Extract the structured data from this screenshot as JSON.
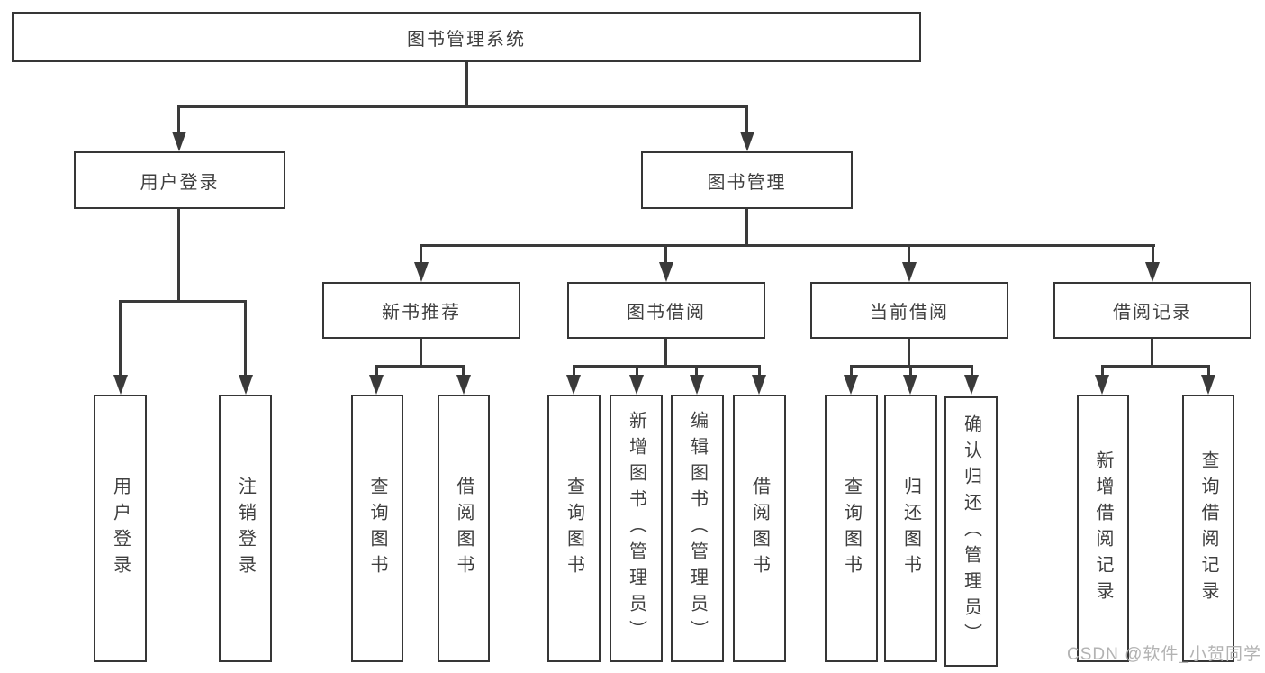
{
  "diagram": {
    "root": {
      "label": "图书管理系统"
    },
    "branches": [
      {
        "label": "用户登录",
        "leaves": [
          {
            "label": "用户登录"
          },
          {
            "label": "注销登录"
          }
        ]
      },
      {
        "label": "图书管理",
        "groups": [
          {
            "label": "新书推荐",
            "leaves": [
              {
                "label": "查询图书"
              },
              {
                "label": "借阅图书"
              }
            ]
          },
          {
            "label": "图书借阅",
            "leaves": [
              {
                "label": "查询图书"
              },
              {
                "label": "新增图书（管理员）"
              },
              {
                "label": "编辑图书（管理员）"
              },
              {
                "label": "借阅图书"
              }
            ]
          },
          {
            "label": "当前借阅",
            "leaves": [
              {
                "label": "查询图书"
              },
              {
                "label": "归还图书"
              },
              {
                "label": "确认归还（管理员）"
              }
            ]
          },
          {
            "label": "借阅记录",
            "leaves": [
              {
                "label": "新增借阅记录"
              },
              {
                "label": "查询借阅记录"
              }
            ]
          }
        ]
      }
    ],
    "watermark": {
      "text": "CSDN @软件_小贺同学",
      "color": "#b3b3b3"
    },
    "colors": {
      "line": "#3a3a3a",
      "border": "#363636",
      "text": "#3f3f3f",
      "background": "#ffffff"
    }
  }
}
